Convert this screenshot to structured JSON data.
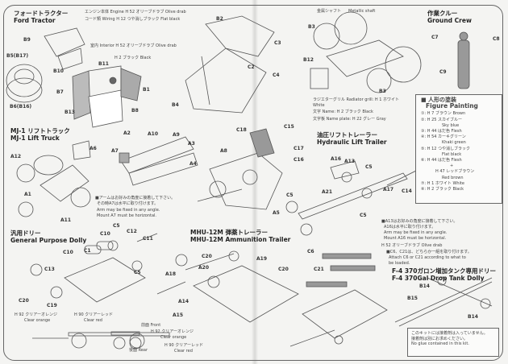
{
  "ford_tractor": {
    "title_jp": "フォードトラクター",
    "title_en": "Ford Tractor",
    "engine_note": "エンジン本体 Engine H 52 オリーブドラブ Olive drab",
    "wiring_note": "コード類 Wiring H 12 つや消しブラック Flat black",
    "interior_note": "室内 Interior H 52 オリーブドラブ Olive drab",
    "black_note": "H 2 ブラック Black",
    "parts": [
      "B9",
      "B5(B17)",
      "B10",
      "B11",
      "B1",
      "B7",
      "B13",
      "B8",
      "B6(B16)",
      "B2",
      "C2",
      "B4",
      "C3",
      "C4"
    ]
  },
  "tractor_body": {
    "shaft_jp": "金属シャフト",
    "shaft_en": "Metallic shaft",
    "radiator_note": "ラジエターグリル Radiator grill: H 1 ホワイト White",
    "name_note": "文字 Name: H 2 ブラック Black",
    "nameplate_note": "文字板 Name plate: H 22 グレー Gray",
    "parts": [
      "B3",
      "B12",
      "B3"
    ]
  },
  "ground_crew": {
    "title_jp": "作業クルー",
    "title_en": "Ground Crew",
    "parts": [
      "C7",
      "C8",
      "C9"
    ]
  },
  "figure_painting": {
    "title_jp": "■ 人形の塗装",
    "title_en": "Figure Painting",
    "items": [
      "①: H 7 ブラウン Brown",
      "②: H 25 スカイブルー",
      "Sky blue",
      "③: H 44 はだ色 Flesh",
      "④: H 54 カーキグリーン",
      "Khaki green",
      "⑤: H 12 つや消しブラック",
      "Flat black",
      "⑥: H 44 はだ色 Flesh",
      "+",
      "H 47 レッドブラウン",
      "Red brown",
      "⑦: H 1 ホワイト White",
      "⑧: H 2 ブラック Black"
    ]
  },
  "mj1": {
    "title_jp": "MJ-1 リフトトラック",
    "title_en": "MJ-1 Lift Truck",
    "parts": [
      "A6",
      "A12",
      "A1",
      "A11",
      "A2",
      "A10",
      "A9",
      "A7",
      "A3",
      "A4",
      "C18",
      "A8",
      "C15",
      "C17",
      "C16",
      "A5"
    ],
    "note": [
      "■アームはお好みの角度に接着して下さい。",
      "その時A7は水平に取り付けます。",
      "Arm may be fixed in any angle.",
      "Mount A7 must be horizontal."
    ]
  },
  "hydraulic": {
    "title_jp": "油圧リフトトレーラー",
    "title_en": "Hydraulic Lift Trailer",
    "parts": [
      "A16",
      "A13",
      "C5",
      "A21",
      "C5",
      "A17",
      "C14",
      "C5"
    ],
    "note": [
      "■A13はお好みの角度に接着して下さい。",
      "A16は水平に取り付けます。",
      "Arm may be fixed in any angle.",
      "Mount A16 must be horizontal."
    ],
    "olive_note": "H 52 オリーブドラブ Olive drab",
    "attach_note": [
      "■C6、C21は、どちらか一組を取り付けます。",
      "Attach C6 or C21 according to what to",
      "be loaded."
    ]
  },
  "gp_dolly": {
    "title_jp": "汎用ドリー",
    "title_en": "General Purpose Dolly",
    "parts": [
      "C5",
      "C10",
      "C12",
      "C11",
      "C1",
      "C10",
      "C13",
      "C20",
      "C19",
      "C5"
    ],
    "clear_orange": "H 92 クリアーオレンジ",
    "clear_orange_en": "Clear orange",
    "clear_red": "H 90 クリアーレッド",
    "clear_red_en": "Clear red",
    "front": "前面 Front",
    "rear": "後面 Rear"
  },
  "mhu12m": {
    "title_jp": "MHU-12M 弾薬トレーラー",
    "title_en": "MHU-12M Ammunition Trailer",
    "parts": [
      "C20",
      "A20",
      "A19",
      "A18",
      "A14",
      "A15",
      "C6",
      "C21",
      "C20"
    ]
  },
  "f4_dolly": {
    "title_jp": "F-4 370ガロン増加タンク専用ドリー",
    "title_en": "F-4 370Gal Drop Tank Dolly",
    "parts": [
      "B14",
      "B15",
      "B14"
    ]
  },
  "glue_note": [
    "このキットには接着剤は入っていません。",
    "接着剤は別にお求めください。",
    "No glue contained in this kit."
  ]
}
